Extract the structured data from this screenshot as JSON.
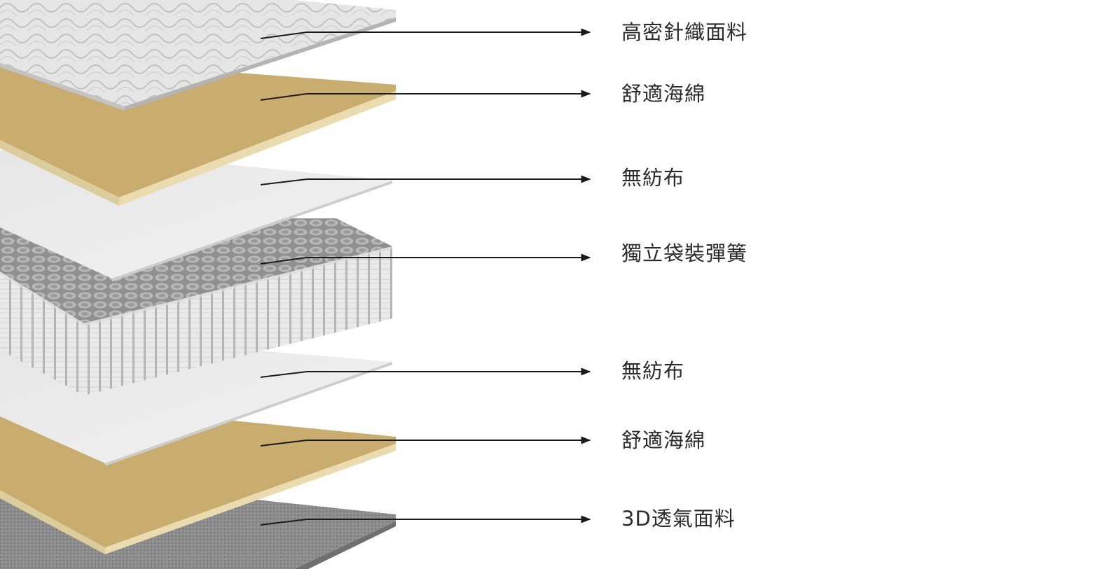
{
  "diagram": {
    "layers": [
      {
        "label": "高密針織面料"
      },
      {
        "label": "舒適海綿"
      },
      {
        "label": "無紡布"
      },
      {
        "label": "獨立袋裝彈簧"
      },
      {
        "label": "無紡布"
      },
      {
        "label": "舒適海綿"
      },
      {
        "label": "3D透氣面料"
      }
    ]
  }
}
